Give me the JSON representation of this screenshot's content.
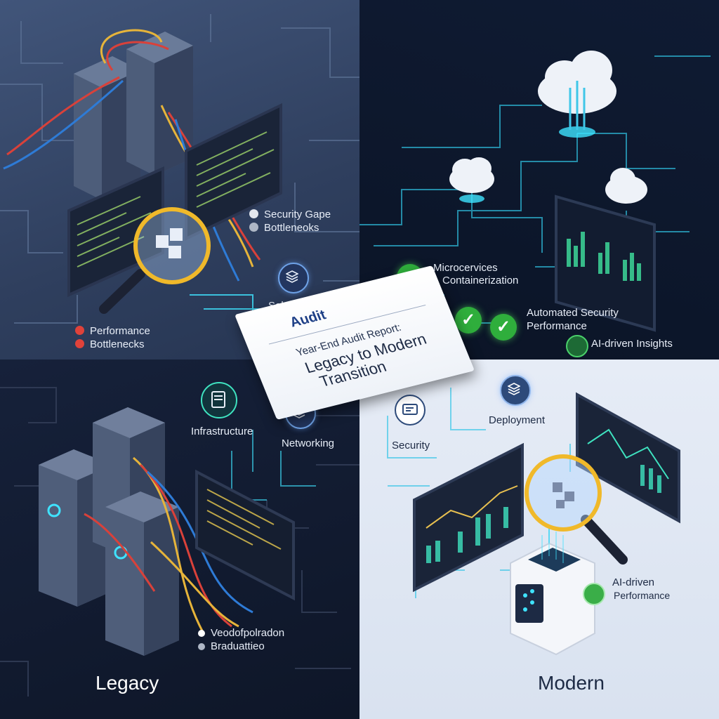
{
  "report": {
    "title": "Audit",
    "subtitle": "Year-End Audit Report:",
    "heading_line1": "Legacy to Modern",
    "heading_line2": "Transition"
  },
  "legacy_top": {
    "issues": [
      "Security Gape",
      "Bottleneoks"
    ],
    "badge_label": "Selcurdg",
    "performance": [
      "Performance",
      "Bottlenecks"
    ]
  },
  "modern_top": {
    "features_a": [
      "Microcervices",
      "Containerization"
    ],
    "features_b": [
      "Automated Security",
      "Performance"
    ],
    "insights": "AI-driven Insights"
  },
  "legacy_bottom": {
    "infrastructure": "Infrastructure",
    "networking": "Networking",
    "issues": [
      "Veodofpolradon",
      "Braduattieo"
    ],
    "section_title": "Legacy"
  },
  "modern_bottom": {
    "security": "Security",
    "deployment": "Deployment",
    "ai_line1": "AI-driven",
    "ai_line2": "Performance",
    "section_title": "Modern"
  },
  "colors": {
    "accent_cyan": "#3fe3ff",
    "check_green": "#2fae3c",
    "alert_red": "#e0423a",
    "report_blue": "#1d3f86"
  }
}
